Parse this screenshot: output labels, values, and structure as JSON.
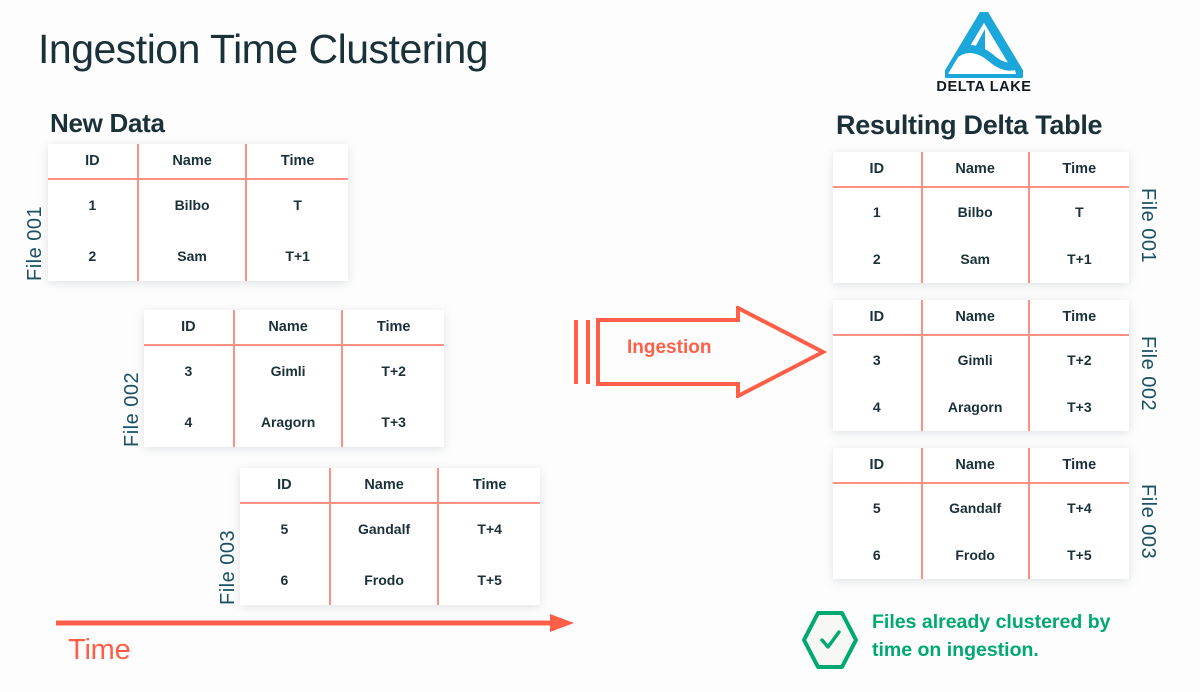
{
  "title": "Ingestion Time Clustering",
  "brand": {
    "logo_icon": "delta-lake-triangle-wave-logo",
    "logo_text": "DELTA LAKE",
    "logo_color": "#1CA7DB"
  },
  "left_panel": {
    "heading": "New Data",
    "axis": {
      "label": "Time",
      "icon": "right-arrow-icon",
      "color": "#FF5F46"
    },
    "files": [
      {
        "label": "File 001",
        "columns": [
          "ID",
          "Name",
          "Time"
        ],
        "rows": [
          [
            "1",
            "Bilbo",
            "T"
          ],
          [
            "2",
            "Sam",
            "T+1"
          ]
        ]
      },
      {
        "label": "File 002",
        "columns": [
          "ID",
          "Name",
          "Time"
        ],
        "rows": [
          [
            "3",
            "Gimli",
            "T+2"
          ],
          [
            "4",
            "Aragorn",
            "T+3"
          ]
        ]
      },
      {
        "label": "File 003",
        "columns": [
          "ID",
          "Name",
          "Time"
        ],
        "rows": [
          [
            "5",
            "Gandalf",
            "T+4"
          ],
          [
            "6",
            "Frodo",
            "T+5"
          ]
        ]
      }
    ]
  },
  "process": {
    "label": "Ingestion",
    "icon": "right-arrow-outline-icon",
    "color": "#FF5F46"
  },
  "right_panel": {
    "heading": "Resulting Delta Table",
    "files": [
      {
        "label": "File 001",
        "columns": [
          "ID",
          "Name",
          "Time"
        ],
        "rows": [
          [
            "1",
            "Bilbo",
            "T"
          ],
          [
            "2",
            "Sam",
            "T+1"
          ]
        ]
      },
      {
        "label": "File 002",
        "columns": [
          "ID",
          "Name",
          "Time"
        ],
        "rows": [
          [
            "3",
            "Gimli",
            "T+2"
          ],
          [
            "4",
            "Aragorn",
            "T+3"
          ]
        ]
      },
      {
        "label": "File 003",
        "columns": [
          "ID",
          "Name",
          "Time"
        ],
        "rows": [
          [
            "5",
            "Gandalf",
            "T+4"
          ],
          [
            "6",
            "Frodo",
            "T+5"
          ]
        ]
      }
    ],
    "callout": {
      "icon": "check-hexagon-icon",
      "line1": "Files already clustered by",
      "line2": "time on ingestion.",
      "color": "#00A972"
    }
  },
  "theme": {
    "text_dark": "#1B3139",
    "rule": "#FF9182",
    "accent": "#FF5F46",
    "success": "#00A972",
    "brand_cyan": "#1CA7DB",
    "card_bg": "#FFFFFF",
    "page_bg": "#FDFDFD"
  }
}
